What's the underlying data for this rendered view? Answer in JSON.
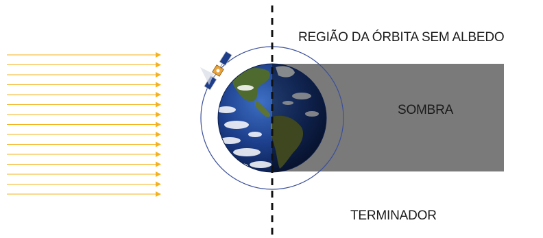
{
  "labels": {
    "region": "REGIÃO DA ÓRBITA SEM ALBEDO",
    "shadow": "SOMBRA",
    "terminator": "TERMINADOR"
  },
  "colors": {
    "sun_ray": "#f5b21c",
    "shadow": "#7a7a7a",
    "orbit": "#3a4f9a",
    "terminator_line": "#111111",
    "ocean": "#1d3f8c",
    "land": "#4f6a2e",
    "cloud": "#ffffff",
    "satellite_panel": "#1f3e8a",
    "satellite_body": "#e8a33c"
  },
  "icons": {
    "sun_rays": "sun-rays-arrows",
    "earth": "earth-globe-icon",
    "satellite": "satellite-icon"
  }
}
